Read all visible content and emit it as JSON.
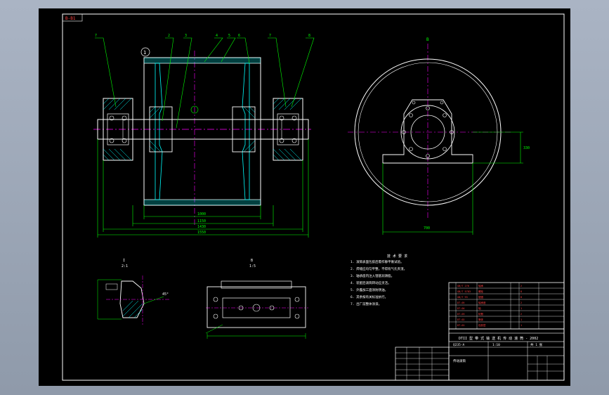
{
  "sheet": {
    "tag": "B-B1",
    "colors": {
      "background": "#000000",
      "frame": "#ffffff",
      "outline": "#ffffff",
      "dimension": "#00ff00",
      "centerline": "#ff00ff",
      "hatch": "#00ffff",
      "leader": "#00ffff",
      "text": "#ffffff",
      "table": "#ffffff"
    }
  },
  "main_view": {
    "balloon_label": "1",
    "dim_labels": [
      "1000",
      "1150",
      "1430",
      "1550"
    ]
  },
  "side_view": {
    "top_label": "B",
    "height_dim": "330",
    "width_dim": "700"
  },
  "detail_left": {
    "label": "I",
    "scale": "2:1",
    "angle_label": "45°"
  },
  "detail_middle": {
    "label": "B",
    "scale": "1:5"
  },
  "notes": {
    "heading": "技 术 要 求",
    "lines": [
      "1. 滚筒表面包胶后需作静平衡试验。",
      "2. 焊缝应均匀平整，不得有气孔夹渣。",
      "3. 轴承座内注入锂基润滑脂。",
      "4. 装配后滚筒转动应灵活。",
      "5. 外露加工面涂防锈油。",
      "6. 其余按有关标准执行。",
      "7. 出厂前整体涂漆。"
    ]
  },
  "title_block": {
    "title": "DTII 型 带 式 输 送 机 传 动 滚 筒 - 2002",
    "material": "Q235-A",
    "scale": "1:10",
    "sheet": "共 1 张",
    "part_name": "传动滚筒"
  }
}
